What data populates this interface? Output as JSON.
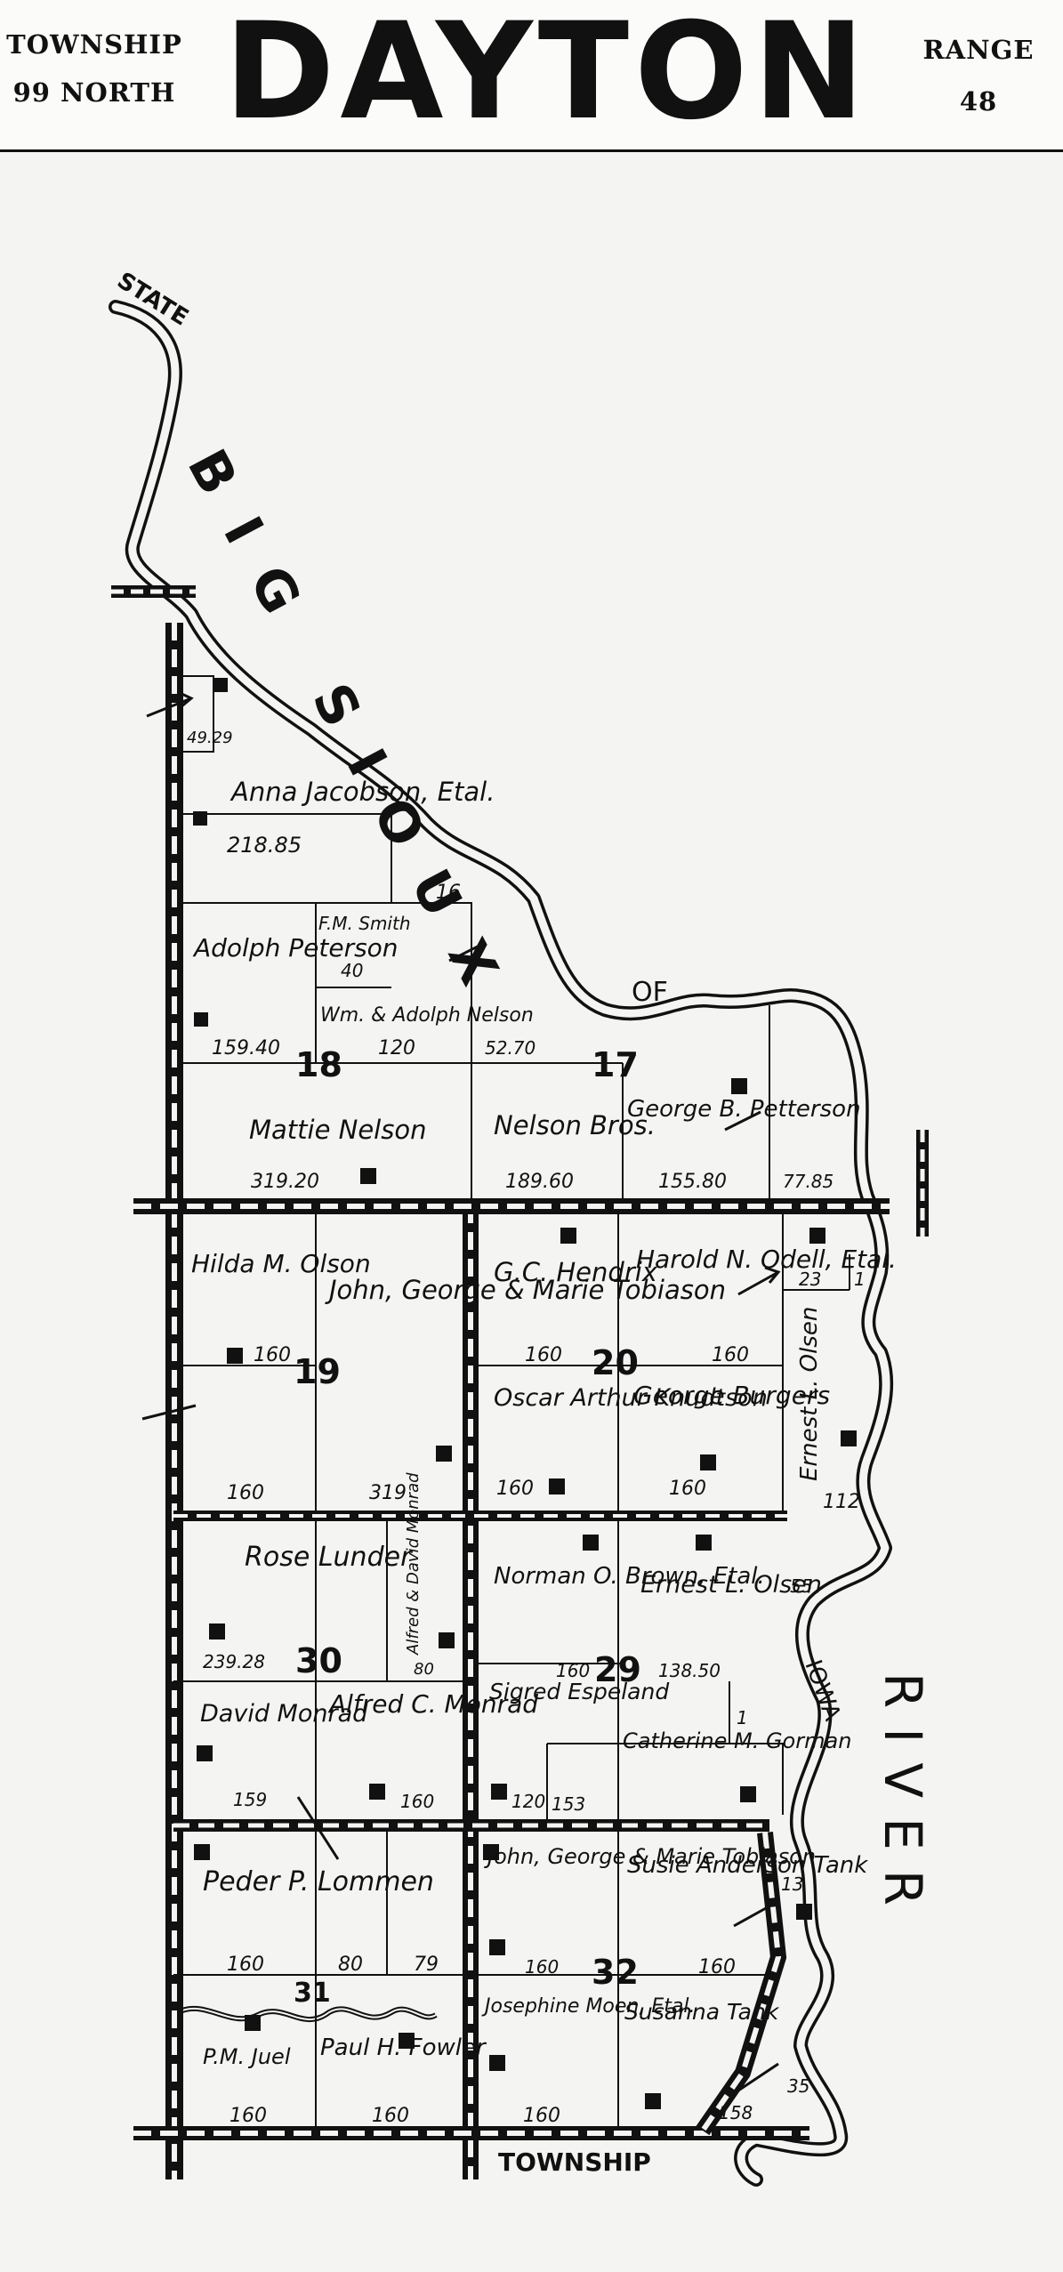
{
  "header": {
    "township_label": "TOWNSHIP",
    "township_value": "99 NORTH",
    "title": "DAYTON",
    "range_label": "RANGE",
    "range_value": "48"
  },
  "map": {
    "rivers": [
      {
        "name": "BIG SIOUX",
        "connector": "OF",
        "suffix": "RIVER"
      },
      {
        "name": "IOWA"
      }
    ],
    "road_labels": [
      "STATE",
      "TOWNSHIP"
    ],
    "sections": [
      "17",
      "18",
      "19",
      "20",
      "29",
      "30",
      "31",
      "32"
    ],
    "parcels": [
      {
        "owner": "",
        "acres": "49.29"
      },
      {
        "owner": "Anna Jacobson, Etal.",
        "acres": "218.85"
      },
      {
        "owner": "",
        "acres": "16"
      },
      {
        "owner": "Adolph Peterson",
        "acres": "159.40"
      },
      {
        "owner": "F.M. Smith",
        "acres": "40"
      },
      {
        "owner": "Wm. & Adolph Nelson",
        "acres": "120"
      },
      {
        "owner": "",
        "acres": "52.70"
      },
      {
        "owner": "Mattie Nelson",
        "acres": "319.20"
      },
      {
        "owner": "Nelson Bros.",
        "acres": "189.60"
      },
      {
        "owner": "George B. Petterson",
        "acres": "155.80"
      },
      {
        "owner": "",
        "acres": "77.85"
      },
      {
        "owner": "Hilda M. Olson",
        "acres": "160"
      },
      {
        "owner": "John, George & Marie Tobiason",
        "acres": "319"
      },
      {
        "owner": "",
        "acres": "160"
      },
      {
        "owner": "G.C. Hendrix",
        "acres": "160"
      },
      {
        "owner": "Harold N. Odell, Etal.",
        "acres": "160"
      },
      {
        "owner": "",
        "acres": "23"
      },
      {
        "owner": "",
        "acres": "1"
      },
      {
        "owner": "Oscar Arthur Knudtson",
        "acres": "160"
      },
      {
        "owner": "George Burgers",
        "acres": "160"
      },
      {
        "owner": "Ernest L. Olsen",
        "acres": "112"
      },
      {
        "owner": "Rose Lunder",
        "acres": "239.28"
      },
      {
        "owner": "Alfred & David Monrad",
        "acres": "80"
      },
      {
        "owner": "Norman O. Brown, Etal.",
        "acres": "160"
      },
      {
        "owner": "Ernest L. Olsen",
        "acres": "138.50"
      },
      {
        "owner": "",
        "acres": "55"
      },
      {
        "owner": "David Monrad",
        "acres": "159"
      },
      {
        "owner": "Alfred C. Monrad",
        "acres": "160"
      },
      {
        "owner": "Sigred Espeland",
        "acres": "120"
      },
      {
        "owner": "",
        "acres": "153"
      },
      {
        "owner": "Catherine M. Gorman",
        "acres": ""
      },
      {
        "owner": "",
        "acres": "1"
      },
      {
        "owner": "Peder P. Lommen",
        "acres": "160"
      },
      {
        "owner": "",
        "acres": "80"
      },
      {
        "owner": "",
        "acres": "79"
      },
      {
        "owner": "John, George & Marie Tobiason",
        "acres": "160"
      },
      {
        "owner": "Susie Anderson Tank",
        "acres": "160"
      },
      {
        "owner": "",
        "acres": "13"
      },
      {
        "owner": "P.M. Juel",
        "acres": "160"
      },
      {
        "owner": "Paul H. Fowler",
        "acres": "160"
      },
      {
        "owner": "Josephine Moen, Etal.",
        "acres": "160"
      },
      {
        "owner": "Susanna Tank",
        "acres": "158"
      },
      {
        "owner": "",
        "acres": "35"
      }
    ]
  }
}
